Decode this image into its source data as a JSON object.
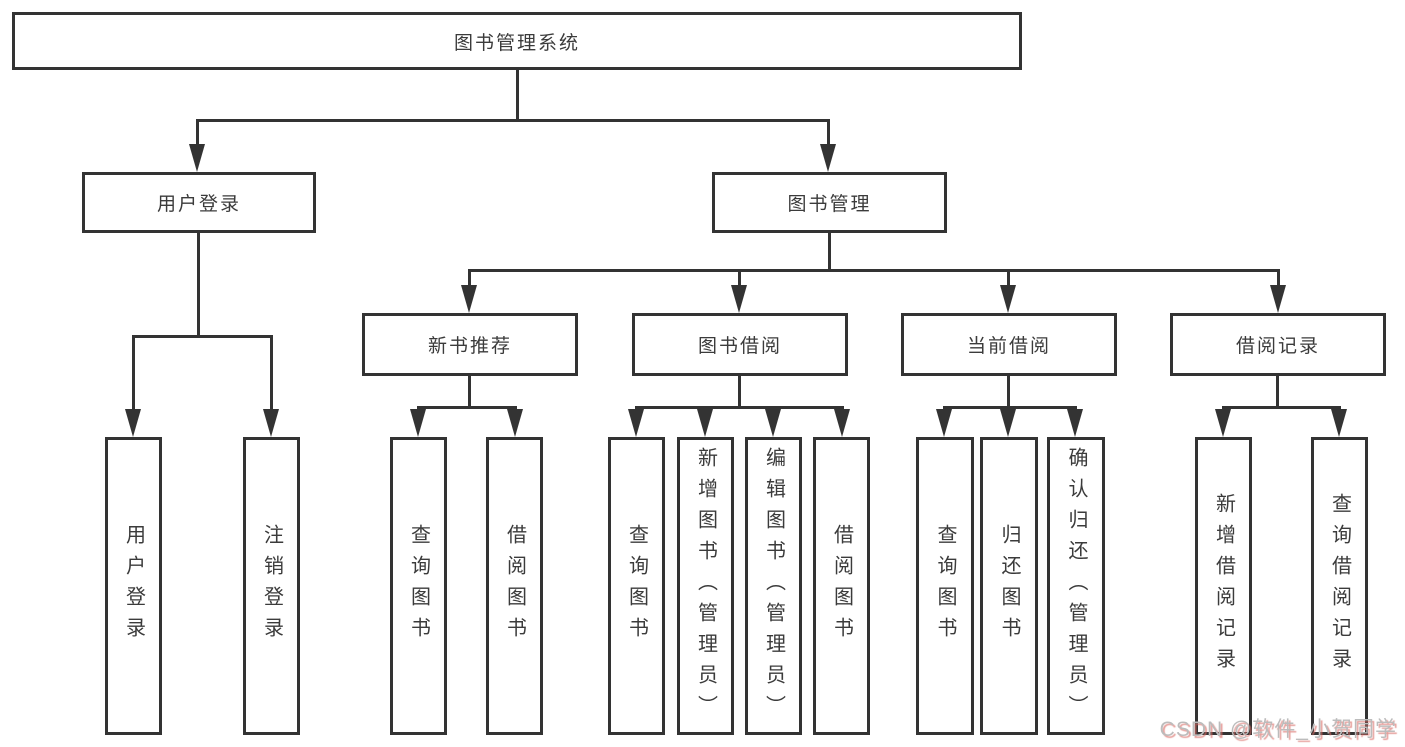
{
  "diagram": {
    "root": "图书管理系统",
    "level2": {
      "user_login": "用户登录",
      "book_mgmt": "图书管理"
    },
    "level3": {
      "new_books": "新书推荐",
      "borrow": "图书借阅",
      "current": "当前借阅",
      "records": "借阅记录"
    },
    "leaves": {
      "user_login": [
        "用户登录",
        "注销登录"
      ],
      "new_books": [
        "查询图书",
        "借阅图书"
      ],
      "borrow": [
        "查询图书",
        "新增图书（管理员）",
        "编辑图书（管理员）",
        "借阅图书"
      ],
      "current": [
        "查询图书",
        "归还图书",
        "确认归还（管理员）"
      ],
      "records": [
        "新增借阅记录",
        "查询借阅记录"
      ]
    }
  },
  "watermark": "CSDN @软件_小贺同学",
  "colors": {
    "line": "#333333",
    "text": "#3b3b3b",
    "background": "#ffffff",
    "watermark": "#bcbcbc",
    "watermark_shadow": "#d96a64"
  }
}
